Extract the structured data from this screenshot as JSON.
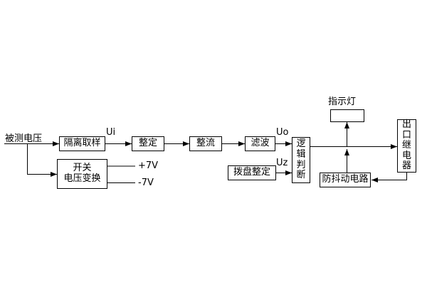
{
  "diagram": {
    "input_label": "被测电压",
    "blocks": {
      "isolation_sampling": "隔离取样",
      "setting": "整定",
      "rectifier": "整流",
      "filter": "滤波",
      "logic_judgment": "逻辑判断",
      "dial_setting": "拨盘整定",
      "switch_voltage_converter": "开关\n电压变换",
      "anti_jitter_circuit": "防抖动电路",
      "output_relay": "出口继电器"
    },
    "signal_labels": {
      "ui": "Ui",
      "uo": "Uo",
      "uz": "Uz",
      "plus_7v": "+7V",
      "minus_7v": "-7V"
    },
    "indicator_lamp_label": "指示灯",
    "line_color": "#000000",
    "background_color": "#ffffff"
  }
}
